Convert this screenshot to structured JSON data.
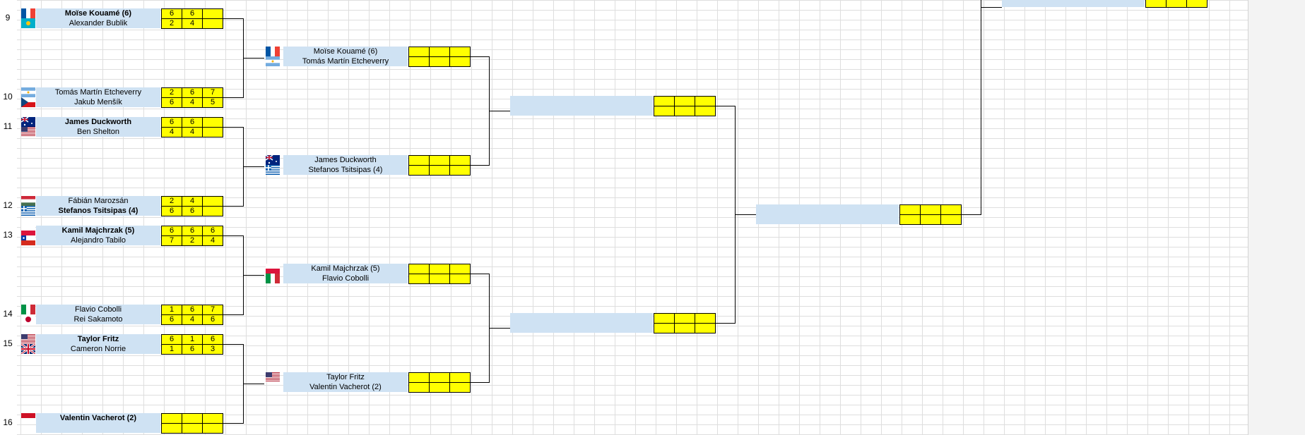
{
  "colors": {
    "name_bg": "#cfe2f3",
    "score_bg": "#ffff00",
    "grid": "#dedede"
  },
  "r1": [
    {
      "seed": "9",
      "p1": {
        "flag": "flag-fr-icon",
        "name": "Moïse Kouamé (6)",
        "win": true,
        "scores": [
          "6",
          "6",
          ""
        ]
      },
      "p2": {
        "flag": "flag-kz-icon",
        "name": "Alexander Bublik",
        "win": false,
        "scores": [
          "2",
          "4",
          ""
        ]
      }
    },
    {
      "seed": "10",
      "p1": {
        "flag": "flag-ar-icon",
        "name": "Tomás Martín Etcheverry",
        "win": false,
        "scores": [
          "2",
          "6",
          "7"
        ]
      },
      "p2": {
        "flag": "flag-cz-icon",
        "name": "Jakub Menšík",
        "win": false,
        "scores": [
          "6",
          "4",
          "5"
        ]
      }
    },
    {
      "seed": "11",
      "p1": {
        "flag": "flag-au-icon",
        "name": "James Duckworth",
        "win": true,
        "scores": [
          "6",
          "6",
          ""
        ]
      },
      "p2": {
        "flag": "flag-us-icon",
        "name": "Ben Shelton",
        "win": false,
        "scores": [
          "4",
          "4",
          ""
        ]
      }
    },
    {
      "seed": "12",
      "p1": {
        "flag": "flag-hu-icon",
        "name": "Fábián Marozsán",
        "win": false,
        "scores": [
          "2",
          "4",
          ""
        ]
      },
      "p2": {
        "flag": "flag-gr-icon",
        "name": "Stefanos Tsitsipas (4)",
        "win": true,
        "scores": [
          "6",
          "6",
          ""
        ]
      }
    },
    {
      "seed": "13",
      "p1": {
        "flag": "flag-pl-icon",
        "name": "Kamil Majchrzak (5)",
        "win": true,
        "scores": [
          "6",
          "6",
          "6"
        ]
      },
      "p2": {
        "flag": "flag-cl-icon",
        "name": "Alejandro Tabilo",
        "win": false,
        "scores": [
          "7",
          "2",
          "4"
        ]
      }
    },
    {
      "seed": "14",
      "p1": {
        "flag": "flag-it-icon",
        "name": "Flavio Cobolli",
        "win": false,
        "scores": [
          "1",
          "6",
          "7"
        ]
      },
      "p2": {
        "flag": "flag-jp-icon",
        "name": "Rei Sakamoto",
        "win": false,
        "scores": [
          "6",
          "4",
          "6"
        ]
      }
    },
    {
      "seed": "15",
      "p1": {
        "flag": "flag-us-icon",
        "name": "Taylor Fritz",
        "win": true,
        "scores": [
          "6",
          "1",
          "6"
        ]
      },
      "p2": {
        "flag": "flag-gb-icon",
        "name": "Cameron Norrie",
        "win": false,
        "scores": [
          "1",
          "6",
          "3"
        ]
      }
    },
    {
      "seed": "16",
      "p1": {
        "flag": "flag-mc-icon",
        "name": "Valentin Vacherot (2)",
        "win": true,
        "scores": [
          "",
          "",
          ""
        ]
      },
      "p2": {
        "flag": "",
        "name": "",
        "win": false,
        "scores": [
          "",
          "",
          ""
        ]
      }
    }
  ],
  "r2": [
    {
      "p1": {
        "flag": "flag-fr-icon",
        "name": "Moïse Kouamé (6)",
        "scores": [
          "",
          "",
          ""
        ]
      },
      "p2": {
        "flag": "flag-ar-icon",
        "name": "Tomás Martín Etcheverry",
        "scores": [
          "",
          "",
          ""
        ]
      }
    },
    {
      "p1": {
        "flag": "flag-au-icon",
        "name": "James Duckworth",
        "scores": [
          "",
          "",
          ""
        ]
      },
      "p2": {
        "flag": "flag-gr-icon",
        "name": "Stefanos Tsitsipas (4)",
        "scores": [
          "",
          "",
          ""
        ]
      }
    },
    {
      "p1": {
        "flag": "flag-pl-icon",
        "name": "Kamil Majchrzak (5)",
        "scores": [
          "",
          "",
          ""
        ]
      },
      "p2": {
        "flag": "flag-it-icon",
        "name": "Flavio Cobolli",
        "scores": [
          "",
          "",
          ""
        ]
      }
    },
    {
      "p1": {
        "flag": "flag-us-icon",
        "name": "Taylor Fritz",
        "scores": [
          "",
          "",
          ""
        ]
      },
      "p2": {
        "flag": "",
        "name": "Valentin Vacherot (2)",
        "scores": [
          "",
          "",
          ""
        ]
      }
    }
  ],
  "r3": [
    {
      "p1": {
        "name": "",
        "scores": [
          "",
          "",
          ""
        ]
      },
      "p2": {
        "name": "",
        "scores": [
          "",
          "",
          ""
        ]
      }
    },
    {
      "p1": {
        "name": "",
        "scores": [
          "",
          "",
          ""
        ]
      },
      "p2": {
        "name": "",
        "scores": [
          "",
          "",
          ""
        ]
      }
    }
  ],
  "r4": [
    {
      "p1": {
        "name": "",
        "scores": [
          "",
          "",
          ""
        ]
      },
      "p2": {
        "name": "",
        "scores": [
          "",
          "",
          ""
        ]
      }
    }
  ],
  "r5": [
    {
      "p1": {
        "name": "",
        "scores": [
          "",
          "",
          ""
        ]
      }
    }
  ]
}
